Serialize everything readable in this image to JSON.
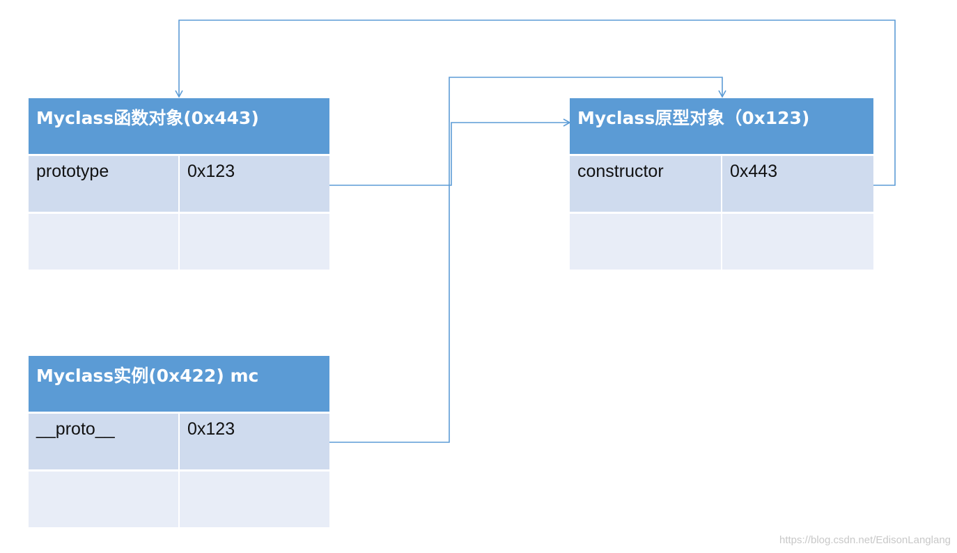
{
  "tables": {
    "function_object": {
      "title": "Myclass函数对象(0x443)",
      "rows": [
        {
          "key": "prototype",
          "value": "0x123"
        },
        {
          "key": "",
          "value": ""
        }
      ]
    },
    "prototype_object": {
      "title": "Myclass原型对象（0x123)",
      "rows": [
        {
          "key": "constructor",
          "value": "0x443"
        },
        {
          "key": "",
          "value": ""
        }
      ]
    },
    "instance": {
      "title": "Myclass实例(0x422) mc",
      "rows": [
        {
          "key": "__proto__",
          "value": "0x123"
        },
        {
          "key": "",
          "value": ""
        }
      ]
    }
  },
  "colors": {
    "header": "#5b9bd5",
    "row_dark": "#cfdbee",
    "row_light": "#e8edf7",
    "arrow": "#5b9bd5"
  },
  "watermark": "https://blog.csdn.net/EdisonLanglang"
}
